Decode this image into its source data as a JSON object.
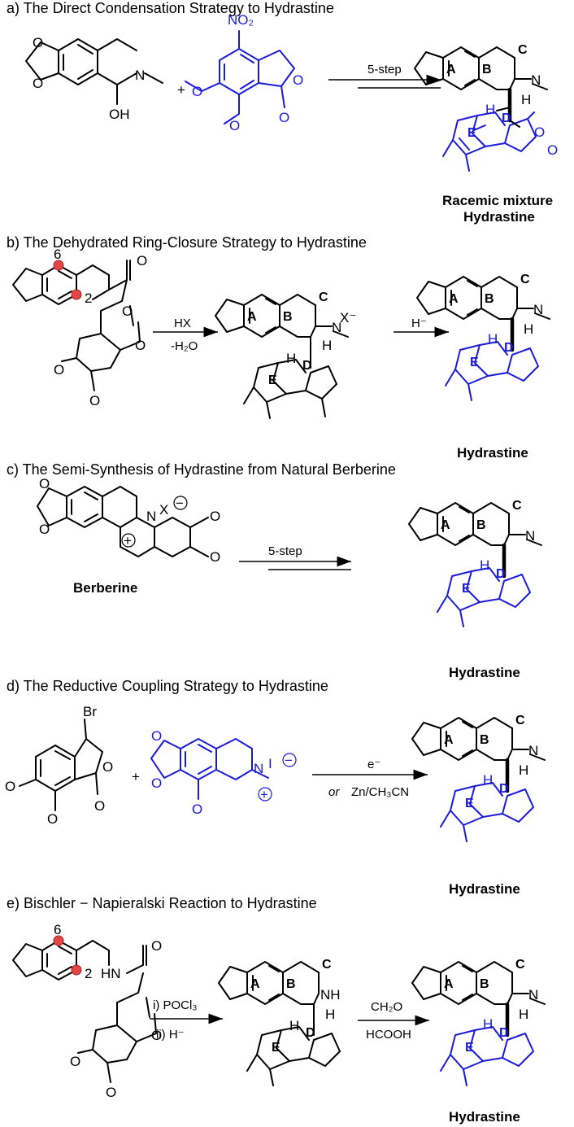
{
  "sections": {
    "a": {
      "title": "a) The Direct Condensation Strategy to Hydrastine",
      "reagent": "5-step",
      "product_name_1": "Racemic mixture",
      "product_name_2": "Hydrastine"
    },
    "b": {
      "title": "b) The Dehydrated Ring-Closure Strategy to Hydrastine",
      "reagent_1": "HX",
      "reagent_2": "-H₂O",
      "reagent_3": "H⁻",
      "product_name": "Hydrastine"
    },
    "c": {
      "title": "c) The Semi-Synthesis of Hydrastine from Natural Berberine",
      "reagent": "5-step",
      "start_name": "Berberine",
      "product_name": "Hydrastine"
    },
    "d": {
      "title": "d) The Reductive Coupling Strategy  to Hydrastine",
      "reagent_1": "e⁻",
      "reagent_or": "or",
      "reagent_2": "Zn/CH₃CN",
      "product_name": "Hydrastine"
    },
    "e": {
      "title": "e) Bischler − Napieralski Reaction to Hydrastine",
      "reagent_1": "i) POCl₃",
      "reagent_2": "ii) H⁻",
      "reagent_3": "CH₂O",
      "reagent_4": "HCOOH",
      "product_name": "Hydrastine"
    }
  },
  "labels": {
    "plus": "+",
    "N": "N",
    "O": "O",
    "H": "H",
    "OH": "OH",
    "NO2": "NO₂",
    "NH": "NH",
    "HN": "HN",
    "Br": "Br",
    "Xm": "X⁻",
    "X": "X",
    "I": "I",
    "ring_A": "A",
    "ring_B": "B",
    "ring_C": "C",
    "ring_D": "D",
    "ring_E": "E",
    "pos6": "6",
    "pos2": "2",
    "plus_charge": "+",
    "minus_charge": "−"
  },
  "colors": {
    "black": "#000000",
    "blue": "#1a1adc",
    "highlight": "#e04848"
  }
}
